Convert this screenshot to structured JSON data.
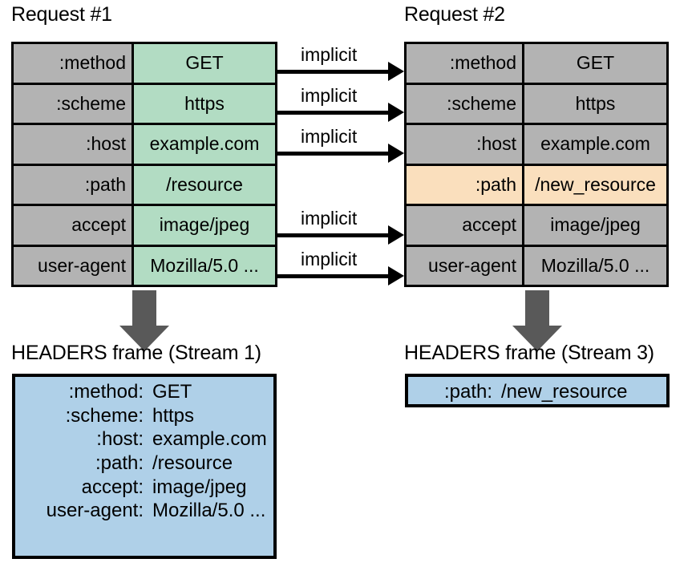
{
  "diagram": {
    "title_left": "Request #1",
    "title_right": "Request #2",
    "implicit_label": "implicit",
    "frame_caption_left": "HEADERS frame (Stream 1)",
    "frame_caption_right": "HEADERS frame (Stream 3)"
  },
  "colors": {
    "header_key_gray": "#b3b3b3",
    "new_value_green": "#b2dcc3",
    "changed_value_orange": "#fadfbd",
    "frame_blue": "#afd0e8",
    "arrow_gray": "#595959",
    "stroke_black": "#000000"
  },
  "request1": {
    "title": "Request #1",
    "rows": [
      {
        "key": ":method",
        "value": "GET",
        "key_fill": "gray",
        "value_fill": "green",
        "implicit": true
      },
      {
        "key": ":scheme",
        "value": "https",
        "key_fill": "gray",
        "value_fill": "green",
        "implicit": true
      },
      {
        "key": ":host",
        "value": "example.com",
        "key_fill": "gray",
        "value_fill": "green",
        "implicit": true
      },
      {
        "key": ":path",
        "value": "/resource",
        "key_fill": "gray",
        "value_fill": "green",
        "implicit": false
      },
      {
        "key": "accept",
        "value": "image/jpeg",
        "key_fill": "gray",
        "value_fill": "green",
        "implicit": true
      },
      {
        "key": "user-agent",
        "value": "Mozilla/5.0 ...",
        "key_fill": "gray",
        "value_fill": "green",
        "implicit": true
      }
    ]
  },
  "request2": {
    "title": "Request #2",
    "rows": [
      {
        "key": ":method",
        "value": "GET",
        "key_fill": "gray",
        "value_fill": "gray"
      },
      {
        "key": ":scheme",
        "value": "https",
        "key_fill": "gray",
        "value_fill": "gray"
      },
      {
        "key": ":host",
        "value": "example.com",
        "key_fill": "gray",
        "value_fill": "gray"
      },
      {
        "key": ":path",
        "value": "/new_resource",
        "key_fill": "orange",
        "value_fill": "orange"
      },
      {
        "key": "accept",
        "value": "image/jpeg",
        "key_fill": "gray",
        "value_fill": "gray"
      },
      {
        "key": "user-agent",
        "value": "Mozilla/5.0 ...",
        "key_fill": "gray",
        "value_fill": "gray"
      }
    ]
  },
  "implicit_labels": [
    "implicit",
    "implicit",
    "implicit",
    "implicit",
    "implicit"
  ],
  "headers_frame_1": {
    "caption": "HEADERS frame (Stream 1)",
    "lines": [
      {
        "key": ":method:",
        "value": "GET"
      },
      {
        "key": ":scheme:",
        "value": "https"
      },
      {
        "key": ":host:",
        "value": "example.com"
      },
      {
        "key": ":path:",
        "value": "/resource"
      },
      {
        "key": "accept:",
        "value": "image/jpeg"
      },
      {
        "key": "user-agent:",
        "value": "Mozilla/5.0 ..."
      }
    ]
  },
  "headers_frame_3": {
    "caption": "HEADERS frame (Stream 3)",
    "lines": [
      {
        "key": ":path:",
        "value": "/new_resource"
      }
    ]
  }
}
